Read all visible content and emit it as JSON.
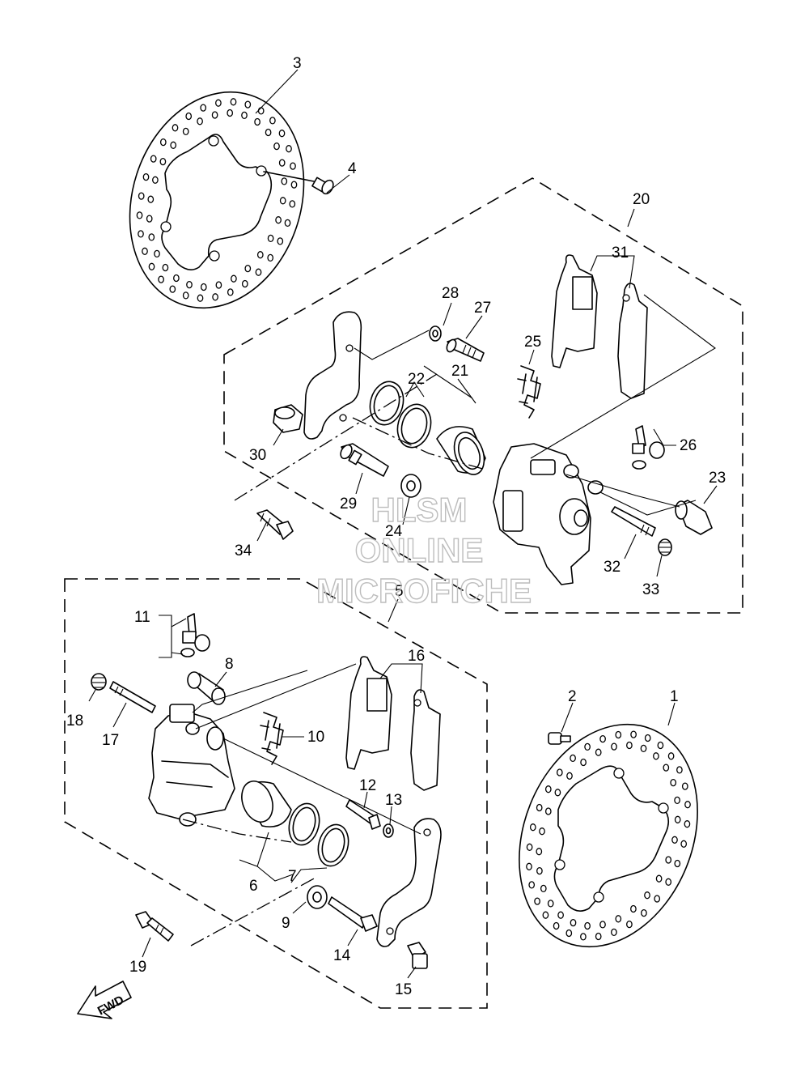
{
  "callouts": {
    "c1": "1",
    "c2": "2",
    "c3": "3",
    "c4": "4",
    "c5": "5",
    "c6": "6",
    "c7": "7",
    "c8": "8",
    "c9": "9",
    "c10": "10",
    "c11": "11",
    "c12": "12",
    "c13": "13",
    "c14": "14",
    "c15": "15",
    "c16": "16",
    "c17": "17",
    "c18": "18",
    "c19": "19",
    "c20": "20",
    "c21": "21",
    "c22": "22",
    "c23": "23",
    "c24": "24",
    "c25": "25",
    "c26": "26",
    "c27": "27",
    "c28": "28",
    "c29": "29",
    "c30": "30",
    "c31": "31",
    "c32": "32",
    "c33": "33",
    "c34": "34"
  },
  "watermark": {
    "line1": "HLSM",
    "line2": "ONLINE",
    "line3": "MICROFICHE"
  },
  "fwd_arrow": {
    "label": "FWD"
  }
}
